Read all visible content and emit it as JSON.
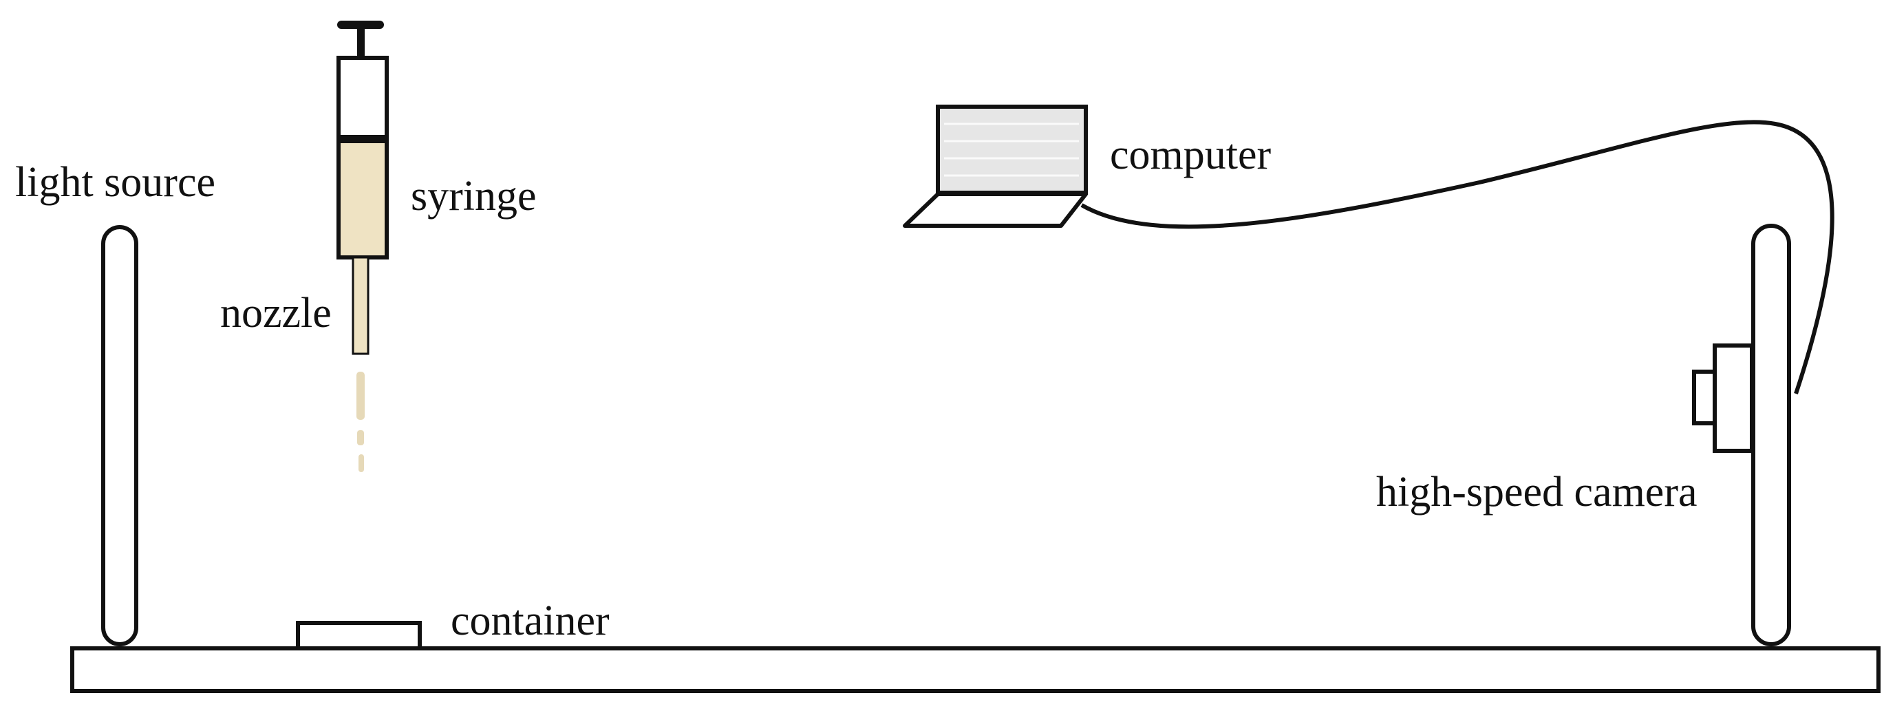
{
  "labels": {
    "light_source": "light source",
    "syringe": "syringe",
    "nozzle": "nozzle",
    "computer": "computer",
    "high_speed_camera": "high-speed camera",
    "container": "container"
  },
  "colors": {
    "line": "#111111",
    "liquid": "#efe3c3",
    "screen": "#e6e6e6",
    "background": "#ffffff"
  }
}
